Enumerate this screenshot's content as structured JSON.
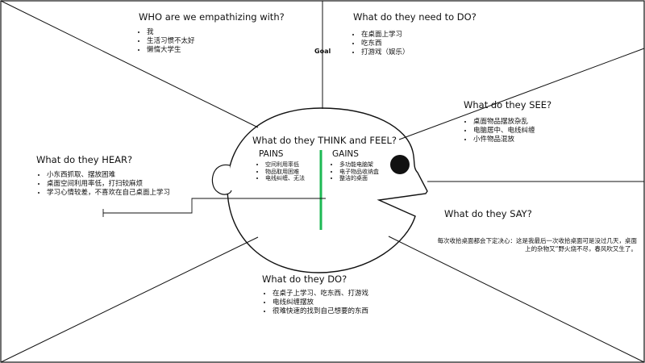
{
  "diagram": {
    "who": {
      "title": "WHO are we empathizing with?",
      "items": [
        "我",
        "生活习惯不太好",
        "懒惰大学生"
      ]
    },
    "goal_label": "Goal",
    "do_need": {
      "title": "What do they need to DO?",
      "items": [
        "在桌面上学习",
        "吃东西",
        "打游戏（娱乐）"
      ]
    },
    "see": {
      "title": "What do they SEE?",
      "items": [
        "桌面物品摆放杂乱",
        "电脑居中、电线纠缠",
        "小件物品混放"
      ]
    },
    "say": {
      "title": "What do they SAY?",
      "quote": "每次收拾桌面都会下定决心：这是我最后一次收拾桌面可是没过几天，桌面上的杂物又“野火烧不尽，春风吹又生了。"
    },
    "do": {
      "title": "What do they DO?",
      "items": [
        "在桌子上学习、吃东西、打游戏",
        "电线纠缠摆放",
        "很难快速的找到自己想要的东西"
      ]
    },
    "hear": {
      "title": "What do they HEAR?",
      "items": [
        "小东西抓取、摆放困难",
        "桌面空间利用率低，打扫较麻烦",
        "学习心情较差，不喜欢在自己桌面上学习"
      ]
    },
    "think_feel": {
      "title": "What do they THINK and FEEL?",
      "pains_label": "PAINS",
      "pains": [
        "空间利用率低",
        "物品取用困难",
        "电线纠缠、无法"
      ],
      "gains_label": "GAINS",
      "gains": [
        "多功能电脑架",
        "电子物品收纳盒",
        "整洁的桌面"
      ]
    }
  }
}
